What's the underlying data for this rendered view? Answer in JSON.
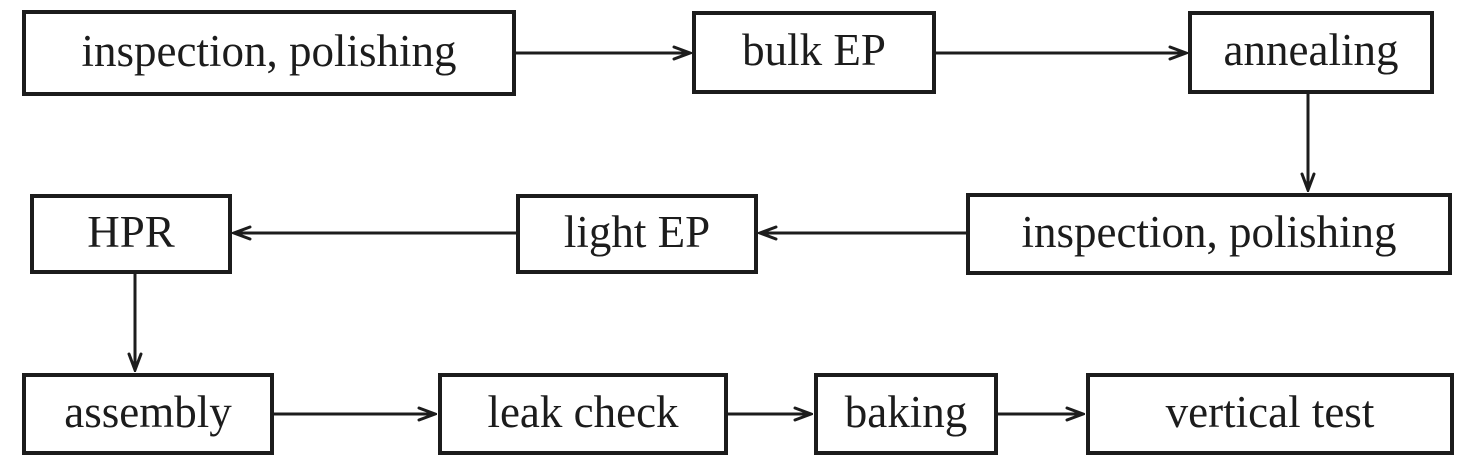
{
  "diagram": {
    "type": "flowchart",
    "background_color": "#ffffff",
    "line_color": "#1c1c1c",
    "nodes": [
      {
        "id": "inspection-polishing-1",
        "label": "inspection, polishing",
        "row": 1
      },
      {
        "id": "bulk-ep",
        "label": "bulk EP",
        "row": 1
      },
      {
        "id": "annealing",
        "label": "annealing",
        "row": 1
      },
      {
        "id": "inspection-polishing-2",
        "label": "inspection, polishing",
        "row": 2
      },
      {
        "id": "light-ep",
        "label": "light EP",
        "row": 2
      },
      {
        "id": "hpr",
        "label": "HPR",
        "row": 2
      },
      {
        "id": "assembly",
        "label": "assembly",
        "row": 3
      },
      {
        "id": "leak-check",
        "label": "leak check",
        "row": 3
      },
      {
        "id": "baking",
        "label": "baking",
        "row": 3
      },
      {
        "id": "vertical-test",
        "label": "vertical test",
        "row": 3
      }
    ],
    "edges": [
      {
        "from": "inspection-polishing-1",
        "to": "bulk-ep"
      },
      {
        "from": "bulk-ep",
        "to": "annealing"
      },
      {
        "from": "annealing",
        "to": "inspection-polishing-2"
      },
      {
        "from": "inspection-polishing-2",
        "to": "light-ep"
      },
      {
        "from": "light-ep",
        "to": "hpr"
      },
      {
        "from": "hpr",
        "to": "assembly"
      },
      {
        "from": "assembly",
        "to": "leak-check"
      },
      {
        "from": "leak-check",
        "to": "baking"
      },
      {
        "from": "baking",
        "to": "vertical-test"
      }
    ]
  }
}
